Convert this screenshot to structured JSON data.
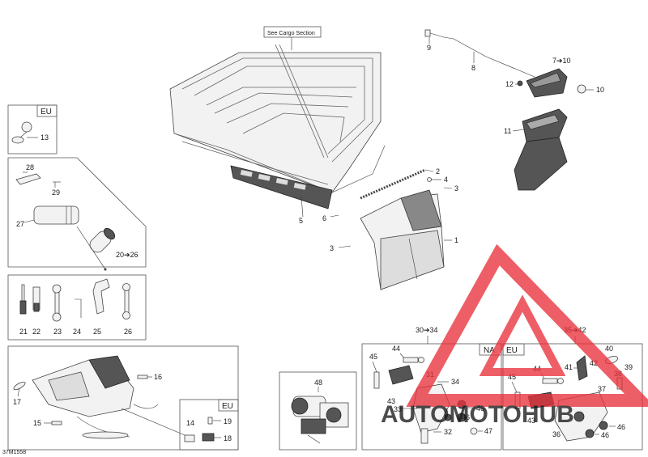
{
  "see_cargo_label": "See Cargo Section",
  "callouts": {
    "c1": "1",
    "c2": "2",
    "c3a": "3",
    "c3b": "3",
    "c4": "4",
    "c5": "5",
    "c6": "6",
    "c7_10": "7➔10",
    "c8": "8",
    "c9": "9",
    "c10": "10",
    "c11": "11",
    "c12": "12",
    "c13": "13",
    "c14": "14",
    "c15": "15",
    "c16": "16",
    "c17": "17",
    "c18": "18",
    "c19": "19",
    "c20_26": "20➔26",
    "c21": "21",
    "c22": "22",
    "c23": "23",
    "c24": "24",
    "c25": "25",
    "c26": "26",
    "c27": "27",
    "c28": "28",
    "c29": "29",
    "c30_34": "30➔34",
    "c31": "31",
    "c32": "32",
    "c33": "33",
    "c34": "34",
    "c35_42": "35➔42",
    "c36": "36",
    "c37": "37",
    "c38": "38",
    "c39": "39",
    "c40": "40",
    "c41": "41",
    "c42": "42",
    "c43a": "43",
    "c43b": "43",
    "c44a": "44",
    "c44b": "44",
    "c45a": "45",
    "c45b": "45",
    "c46a": "46",
    "c46b": "46",
    "c46c": "46",
    "c46d": "46",
    "c47": "47",
    "c48": "48"
  },
  "region_tags": {
    "eu_top": "EU",
    "eu_bottom": "EU",
    "na": "NA",
    "eu_right": "EU"
  },
  "diagram_code": "37M1558",
  "watermark": {
    "text": "AUTOMOTOHUB",
    "color": "#e8323c"
  }
}
